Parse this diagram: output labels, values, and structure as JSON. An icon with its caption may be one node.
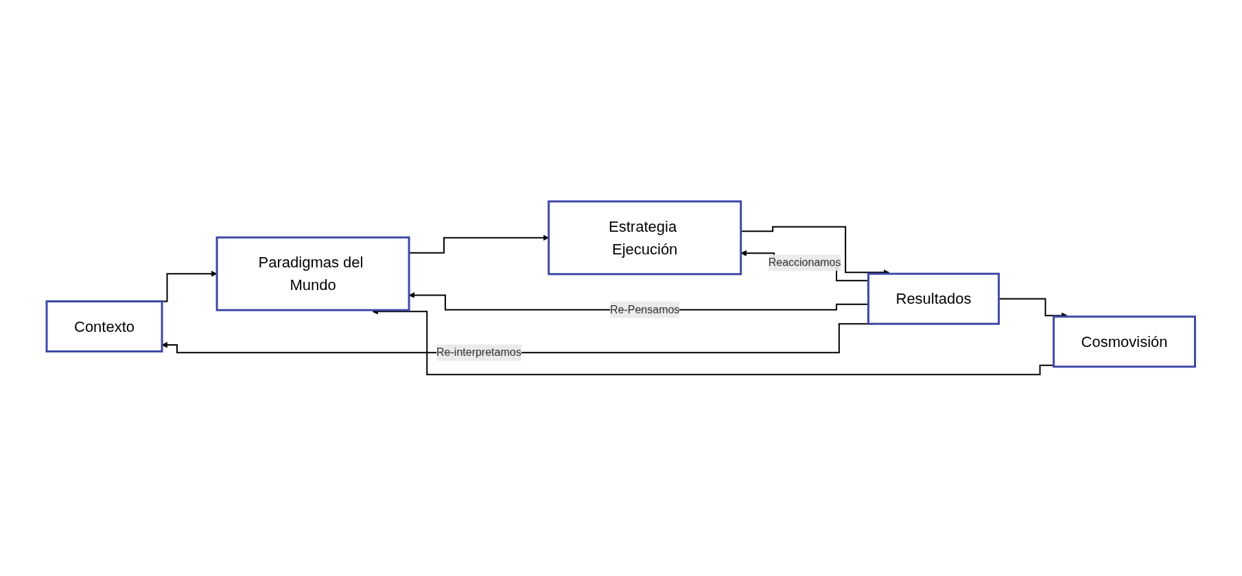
{
  "diagram": {
    "nodes": [
      {
        "text": [
          "Contexto"
        ]
      },
      {
        "text": [
          "Cosmovisión"
        ]
      },
      {
        "text": [
          "Paradigmas del Mundo"
        ]
      },
      {
        "text": [
          "Estrategia Ejecución"
        ]
      },
      {
        "text": [
          "Resultados"
        ]
      }
    ],
    "edges": [
      {
        "from": 0,
        "to": 2,
        "arrow": "to"
      },
      {
        "from": 1,
        "to": 2,
        "arrow": "to"
      },
      {
        "from": 2,
        "to": 3,
        "arrow": "to"
      },
      {
        "from": 3,
        "to": 4,
        "arrow": "to"
      },
      {
        "from": 4,
        "to": 3,
        "arrow": "to",
        "label": "Reaccionamos"
      },
      {
        "from": 4,
        "to": 2,
        "arrow": "to",
        "label": "Re-Pensamos"
      },
      {
        "from": 4,
        "to": 0,
        "arrow": "to",
        "label": "Re-interpretamos"
      },
      {
        "from": 4,
        "to": 1,
        "arrow": "to"
      }
    ]
  }
}
